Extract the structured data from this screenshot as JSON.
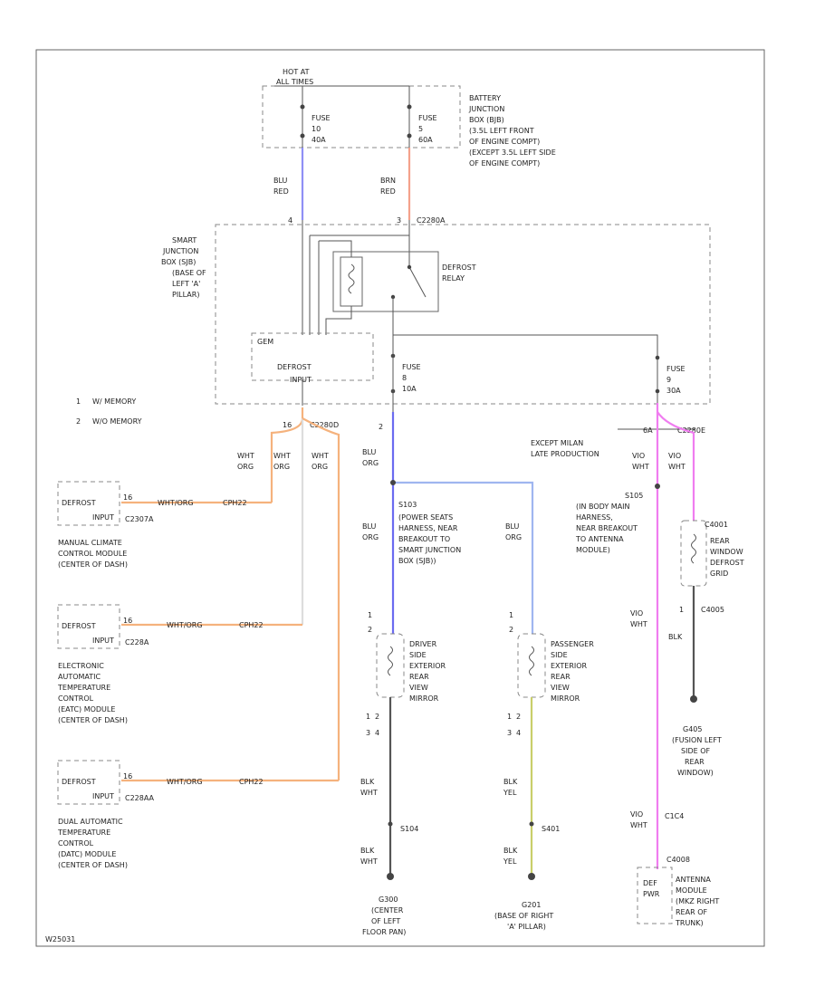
{
  "colors": {
    "blu_red": "#8f8ff5",
    "brn_red": "#f4a28c",
    "wht_org": "#f5b27d",
    "blu_org": "#6b6bf0",
    "lb_org_light": "#9fb6f0",
    "yel": "#c9cf6a",
    "vio_wht": "#f07df0",
    "blk": "#555555",
    "frame": "#666666"
  },
  "battery_box": {
    "hot_label_1": "HOT AT",
    "hot_label_2": "ALL TIMES",
    "fuse1": {
      "label": "FUSE",
      "num": "10",
      "amps": "40A"
    },
    "fuse2": {
      "label": "FUSE",
      "num": "5",
      "amps": "60A"
    },
    "desc": [
      "BATTERY",
      "JUNCTION",
      "BOX (BJB)",
      "(3.5L LEFT FRONT",
      "OF ENGINE COMPT)",
      "(EXCEPT 3.5L LEFT SIDE",
      "OF ENGINE COMPT)"
    ]
  },
  "wires_top": {
    "left": [
      "BLU",
      "RED"
    ],
    "right": [
      "BRN",
      "RED"
    ]
  },
  "sjb": {
    "desc": [
      "SMART",
      "JUNCTION",
      "BOX (SJB)",
      "(BASE OF",
      "LEFT 'A'",
      "PILLAR)"
    ],
    "connector": "C2280A",
    "pin_left": "4",
    "pin_right": "3",
    "relay_label": [
      "DEFROST",
      "RELAY"
    ],
    "gem_label": "GEM",
    "gem_sub": "DEFROST",
    "gem_sub2": "INPUT",
    "fuse_mid": {
      "label": "FUSE",
      "num": "8",
      "amps": "10A"
    },
    "fuse_right": {
      "label": "FUSE",
      "num": "9",
      "amps": "30A"
    },
    "bottom_connector": "C2280D",
    "bottom_pin": "16",
    "pin_mid": "2"
  },
  "legend": [
    {
      "num": "1",
      "text": "W/ MEMORY"
    },
    {
      "num": "2",
      "text": "W/O MEMORY"
    }
  ],
  "wht_org_labels": [
    "WHT",
    "ORG"
  ],
  "modules": [
    {
      "label": "DEFROST",
      "sub": "INPUT",
      "pin": "16",
      "wire": "WHT/ORG",
      "circuit": "CPH22",
      "connector": "C2307A",
      "desc": [
        "MANUAL CLIMATE",
        "CONTROL MODULE",
        "(CENTER OF DASH)"
      ]
    },
    {
      "label": "DEFROST",
      "sub": "INPUT",
      "pin": "16",
      "wire": "WHT/ORG",
      "circuit": "CPH22",
      "connector": "C228A",
      "desc": [
        "ELECTRONIC",
        "AUTOMATIC",
        "TEMPERATURE",
        "CONTROL",
        "(EATC) MODULE",
        "(CENTER OF DASH)"
      ]
    },
    {
      "label": "DEFROST",
      "sub": "INPUT",
      "pin": "16",
      "wire": "WHT/ORG",
      "circuit": "CPH22",
      "connector": "C228AA",
      "desc": [
        "DUAL AUTOMATIC",
        "TEMPERATURE",
        "CONTROL",
        "(DATC) MODULE",
        "(CENTER OF DASH)"
      ]
    }
  ],
  "center": {
    "wire1": [
      "BLU",
      "ORG"
    ],
    "splice": "S103",
    "splice_desc": [
      "(POWER SEATS",
      "HARNESS, NEAR",
      "BREAKOUT TO",
      "SMART JUNCTION",
      "BOX (SJB))"
    ],
    "wire2": [
      "BLU",
      "ORG"
    ],
    "wire3": [
      "BLU",
      "ORG"
    ],
    "driver_pins": [
      "1",
      "2"
    ],
    "driver_desc": [
      "DRIVER",
      "SIDE",
      "EXTERIOR",
      "REAR",
      "VIEW",
      "MIRROR"
    ],
    "driver_bot_pins": [
      "1",
      "2"
    ],
    "driver_bot_wire_pins": [
      "3",
      "4"
    ],
    "driver_gnd_wire": [
      "BLK",
      "WHT"
    ],
    "driver_splice": "S104",
    "driver_gnd_wire2": [
      "BLK",
      "WHT"
    ],
    "driver_ground": [
      "G300",
      "(CENTER",
      "OF LEFT",
      "FLOOR PAN)"
    ],
    "pass_pins": [
      "1",
      "2"
    ],
    "pass_desc": [
      "PASSENGER",
      "SIDE",
      "EXTERIOR",
      "REAR",
      "VIEW",
      "MIRROR"
    ],
    "pass_bot_pins": [
      "1",
      "2"
    ],
    "pass_bot_wire_pins": [
      "3",
      "4"
    ],
    "pass_gnd_wire": [
      "BLK",
      "YEL"
    ],
    "pass_splice": "S401",
    "pass_gnd_wire2": [
      "BLK",
      "YEL"
    ],
    "pass_ground": [
      "G201",
      "(BASE OF RIGHT",
      "'A' PILLAR)"
    ]
  },
  "right": {
    "except": [
      "EXCEPT MILAN",
      "LATE PRODUCTION"
    ],
    "top_connector": "C2280E",
    "top_pin": "6A",
    "vio_wht": [
      "VIO",
      "WHT"
    ],
    "splice": "S105",
    "splice_desc": [
      "(IN BODY MAIN",
      "HARNESS,",
      "NEAR BREAKOUT",
      "TO ANTENNA",
      "MODULE)"
    ],
    "rear_window": [
      "REAR",
      "WINDOW",
      "DEFROST",
      "GRID"
    ],
    "c4001": "C4001",
    "c4005": "C4005",
    "c4005_pin": "1",
    "blk": "BLK",
    "vio_wht2": [
      "VIO",
      "WHT"
    ],
    "ground": [
      "G405",
      "(FUSION LEFT",
      "SIDE OF",
      "REAR",
      "WINDOW)"
    ],
    "antenna_pin": "C1C4",
    "antenna_connector": "C4008",
    "antenna_inner": [
      "DEF",
      "PWR"
    ],
    "antenna_desc": [
      "ANTENNA",
      "MODULE",
      "(MKZ RIGHT",
      "REAR OF",
      "TRUNK)"
    ]
  },
  "footer_code": "W25031"
}
